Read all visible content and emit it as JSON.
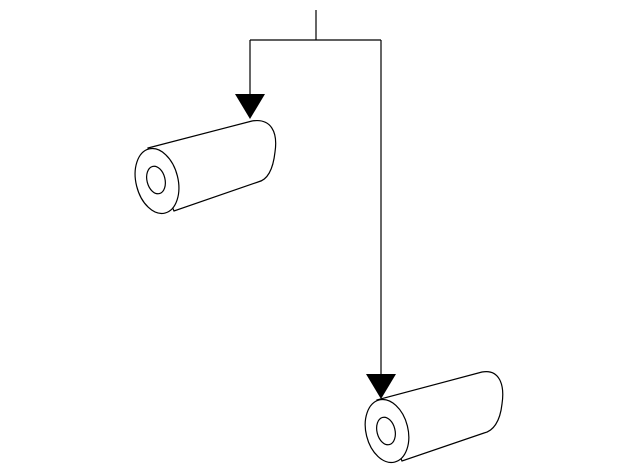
{
  "diagram": {
    "line_color": "#000000",
    "fill_color": "#ffffff",
    "parts": [
      {
        "name": "upper-sleeve"
      },
      {
        "name": "lower-sleeve"
      }
    ],
    "arrow_targets": [
      "upper-sleeve",
      "lower-sleeve"
    ]
  }
}
